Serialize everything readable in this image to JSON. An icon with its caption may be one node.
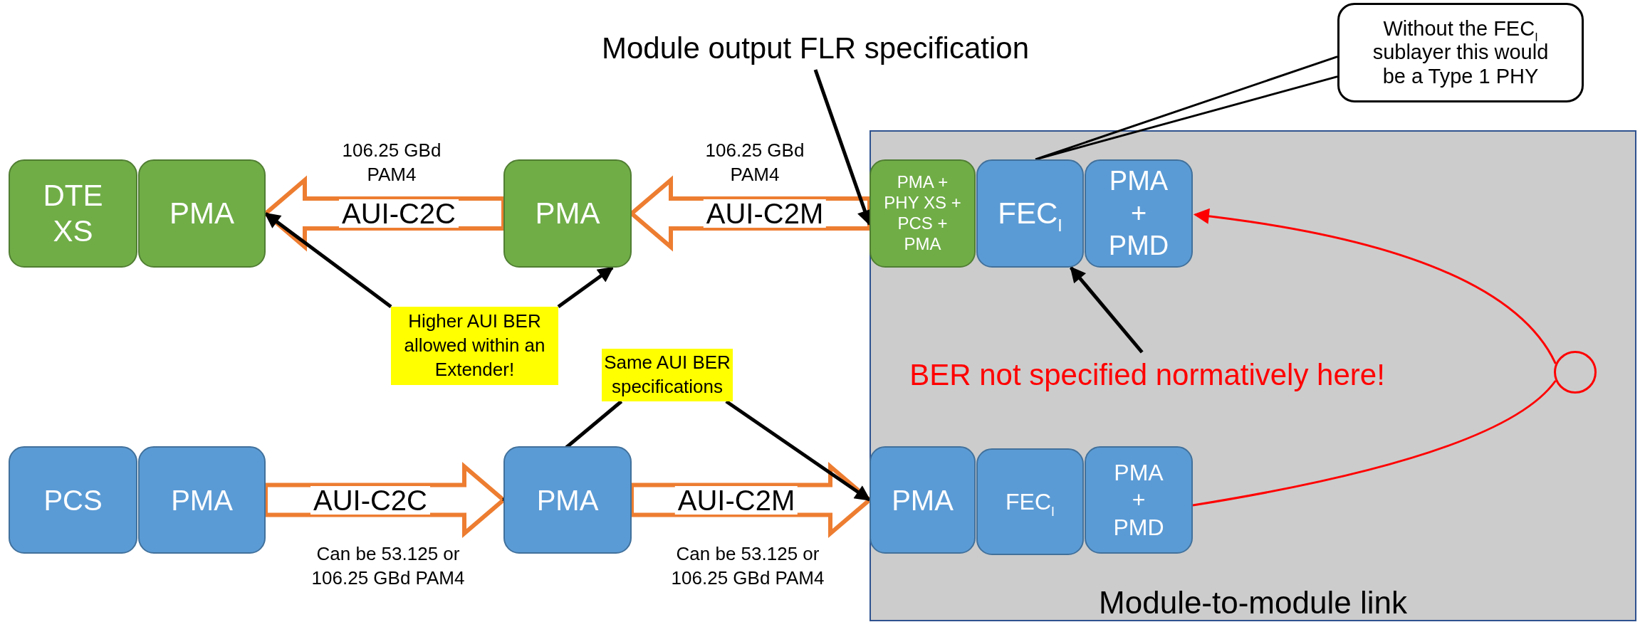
{
  "diagram": {
    "nodes": [
      {
        "text": [
          "Module-to-module link"
        ]
      },
      {
        "text": [
          "DTE XS"
        ]
      },
      {
        "text": [
          "PMA"
        ]
      },
      {
        "text": [
          "PMA"
        ]
      },
      {
        "text": [
          "PMA + PHY XS + PCS + PMA"
        ],
        "in": 0
      },
      {
        "text": [
          "FEC$_{I}$"
        ],
        "in": 0
      },
      {
        "text": [
          "PMA + PMD"
        ],
        "in": 0
      },
      {
        "text": [
          "PCS"
        ]
      },
      {
        "text": [
          "PMA"
        ]
      },
      {
        "text": [
          "PMA"
        ]
      },
      {
        "text": [
          "PMA"
        ],
        "in": 0
      },
      {
        "text": [
          "FEC$_{I}$"
        ],
        "in": 0
      },
      {
        "text": [
          "PMA + PMD"
        ],
        "in": 0
      },
      {
        "text": [
          "Module output FLR specification"
        ]
      },
      {
        "text": [
          "Without the FEC$_{I}$ sublayer this would be a Type 1 PHY"
        ]
      },
      {
        "text": [
          "Higher AUI BER allowed within an Extender!"
        ]
      },
      {
        "text": [
          "Same AUI BER specifications"
        ]
      },
      {
        "text": [
          "BER not specified normatively here!"
        ],
        "in": 0
      },
      {
        "text": [],
        "shape": "circle",
        "in": 0
      }
    ],
    "edges": [
      {
        "from": 3,
        "to": 2,
        "arrow": "to",
        "label": "AUI-C2C",
        "style": "thick",
        "color": "#ed7d31"
      },
      {
        "from": 4,
        "to": 3,
        "arrow": "to",
        "label": "AUI-C2M",
        "style": "thick",
        "color": "#ed7d31"
      },
      {
        "from": 8,
        "to": 9,
        "arrow": "to",
        "label": "AUI-C2C",
        "style": "thick",
        "color": "#ed7d31"
      },
      {
        "from": 9,
        "to": 10,
        "arrow": "to",
        "label": "AUI-C2M",
        "style": "thick",
        "color": "#ed7d31"
      },
      {
        "from": 13,
        "to": 4,
        "arrow": "to"
      },
      {
        "from": 14,
        "to": 5,
        "arrow": "none"
      },
      {
        "from": 15,
        "to": 2,
        "arrow": "to"
      },
      {
        "from": 15,
        "to": 3,
        "arrow": "to"
      },
      {
        "from": 16,
        "to": 9,
        "arrow": "to"
      },
      {
        "from": 16,
        "to": 10,
        "arrow": "to"
      },
      {
        "from": 17,
        "to": 5,
        "arrow": "to"
      },
      {
        "from": 12,
        "to": 18,
        "arrow": "none",
        "color": "#ff0000"
      },
      {
        "from": 18,
        "to": 6,
        "arrow": "to",
        "color": "#ff0000"
      }
    ],
    "labels": [
      "106.25 GBd PAM4",
      "106.25 GBd PAM4",
      "Can be 53.125 or 106.25 GBd PAM4",
      "Can be 53.125 or 106.25 GBd PAM4"
    ]
  }
}
